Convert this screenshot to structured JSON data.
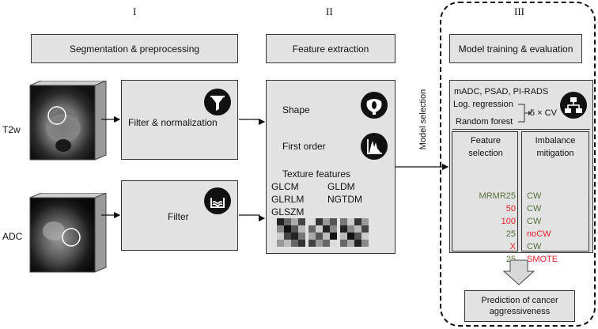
{
  "stages": {
    "stage1": {
      "numeral": "I",
      "header": "Segmentation & preprocessing"
    },
    "stage2": {
      "numeral": "II",
      "header": "Feature extraction"
    },
    "stage3": {
      "numeral": "III",
      "header": "Model training & evaluation"
    }
  },
  "inputs": {
    "t2w": "T2w",
    "adc": "ADC"
  },
  "preprocessing": {
    "t2w_step": "Filter & normalization",
    "adc_step": "Filter"
  },
  "features": {
    "shape": "Shape",
    "first_order": "First order",
    "texture_title": "Texture features",
    "texture": {
      "glcm": "GLCM",
      "gldm": "GLDM",
      "glrlm": "GLRLM",
      "ngtdm": "NGTDM",
      "glszm": "GLSZM"
    }
  },
  "arrow_label": "Model selection",
  "models": {
    "baseline": "mADC, PSAD, PI-RADS",
    "logreg": "Log. regression",
    "rf": "Random forest",
    "cv": "5 × CV",
    "feature_selection_header": "Feature selection",
    "imbalance_header": "Imbalance mitigation",
    "feature_selection": [
      "MRMR25",
      "50",
      "100",
      "25",
      "X",
      "25"
    ],
    "feature_selection_colors": [
      "#56713a",
      "#e8202a",
      "#e8202a",
      "#56713a",
      "#e8202a",
      "#56713a"
    ],
    "imbalance": [
      "CW",
      "CW",
      "CW",
      "noCW",
      "CW",
      "SMOTE"
    ],
    "imbalance_colors": [
      "#56713a",
      "#56713a",
      "#56713a",
      "#e8202a",
      "#56713a",
      "#e8202a"
    ]
  },
  "output": "Prediction of cancer aggressiveness"
}
